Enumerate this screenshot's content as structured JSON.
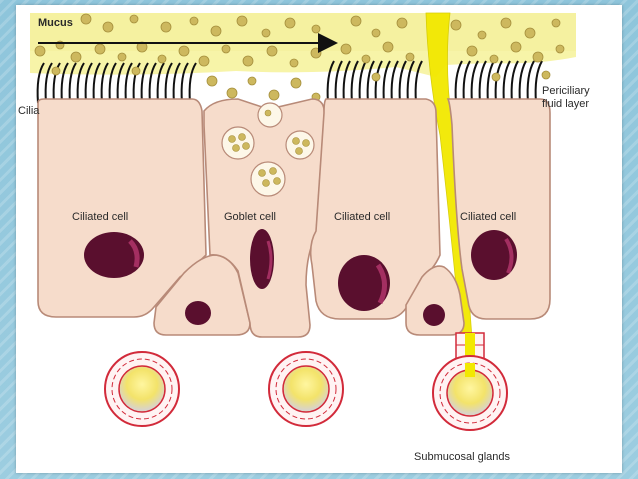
{
  "labels": {
    "mucus": "Mucus",
    "cilia": "Cilia",
    "periciliary": "Periciliary\nfluid layer",
    "ciliated_1": "Ciliated cell",
    "goblet": "Goblet cell",
    "ciliated_2": "Ciliated cell",
    "ciliated_3": "Ciliated cell",
    "submucosal": "Submucosal glands"
  },
  "colors": {
    "mucus_layer": "#f7f4a8",
    "mucus_granule": "#c9b560",
    "cell_fill": "#f6dccb",
    "cell_stroke": "#b88a78",
    "nucleus": "#5a0f2e",
    "nucleus_highlight": "#b0356a",
    "secretion": "#f2e800",
    "gland_ring": "#d22a3a",
    "slide_background": "#8ec5db"
  }
}
